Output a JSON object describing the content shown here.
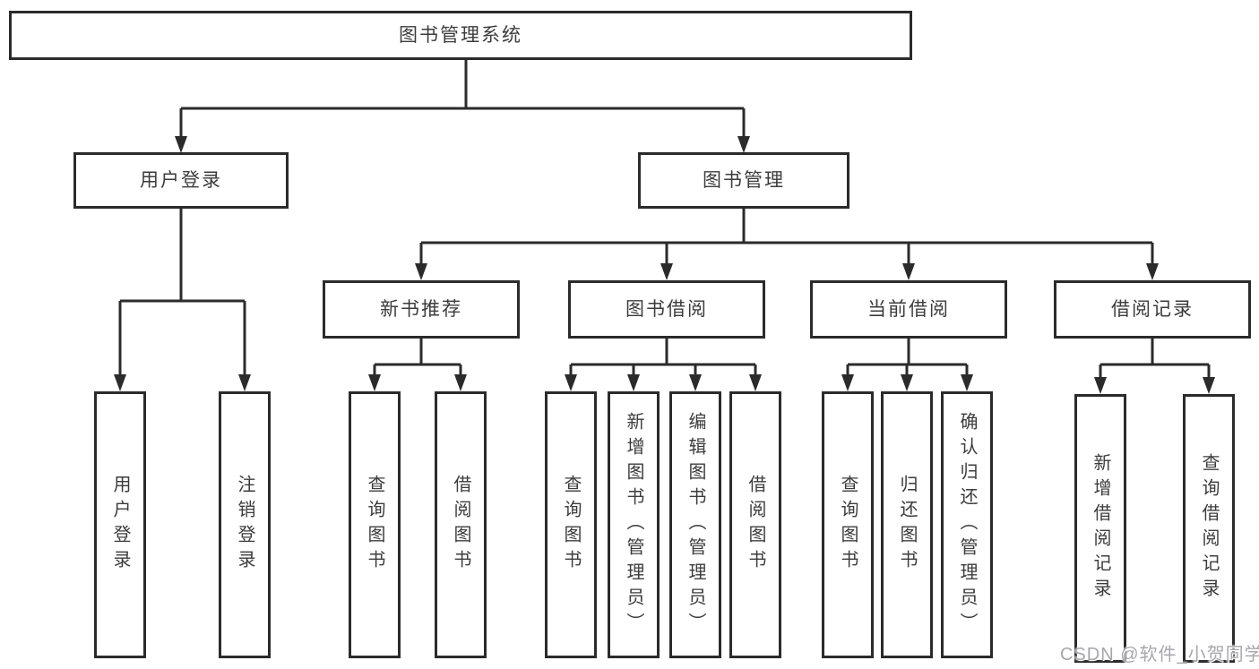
{
  "tree": {
    "label": "图书管理系统",
    "children": [
      {
        "label": "用户登录",
        "children": [
          {
            "label": "用户登录"
          },
          {
            "label": "注销登录"
          }
        ]
      },
      {
        "label": "图书管理",
        "children": [
          {
            "label": "新书推荐",
            "children": [
              {
                "label": "查询图书"
              },
              {
                "label": "借阅图书"
              }
            ]
          },
          {
            "label": "图书借阅",
            "children": [
              {
                "label": "查询图书"
              },
              {
                "label": "新增图书（管理员）"
              },
              {
                "label": "编辑图书（管理员）"
              },
              {
                "label": "借阅图书"
              }
            ]
          },
          {
            "label": "当前借阅",
            "children": [
              {
                "label": "查询图书"
              },
              {
                "label": "归还图书"
              },
              {
                "label": "确认归还（管理员）"
              }
            ]
          },
          {
            "label": "借阅记录",
            "children": [
              {
                "label": "新增借阅记录"
              },
              {
                "label": "查询借阅记录"
              }
            ]
          }
        ]
      }
    ]
  },
  "watermark": {
    "text": "CSDN @软件_小贺同学"
  },
  "appearance": {
    "line_color": "#2b2b2b",
    "text_color": "#3c3c3c",
    "watermark_color": "#a7a7ac",
    "background": "#ffffff"
  }
}
